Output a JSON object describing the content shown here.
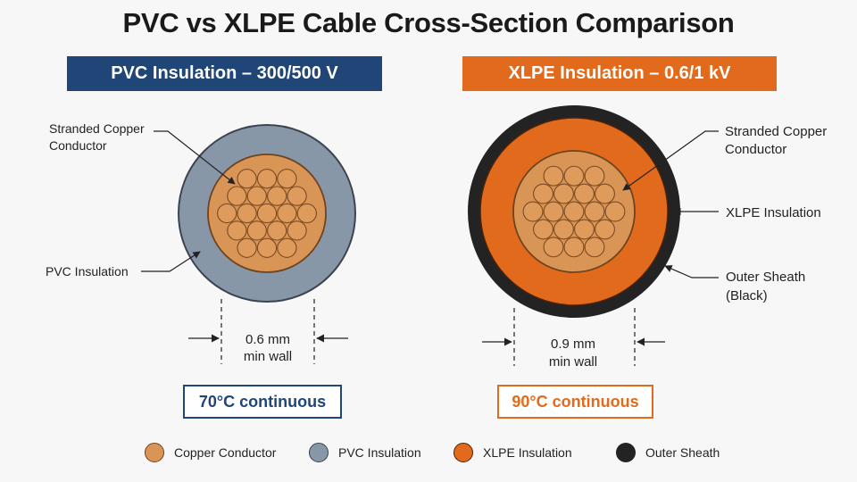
{
  "title": "PVC vs XLPE Cable Cross-Section Comparison",
  "left": {
    "banner": "PVC Insulation – 300/500 V",
    "label_conductor_line1": "Stranded Copper",
    "label_conductor_line2": "Conductor",
    "label_insulation": "PVC Insulation",
    "wall_line1": "0.6 mm",
    "wall_line2": "min wall",
    "temperature": "70°C continuous"
  },
  "right": {
    "banner": "XLPE Insulation – 0.6/1 kV",
    "label_conductor_line1": "Stranded Copper",
    "label_conductor_line2": "Conductor",
    "label_insulation": "XLPE Insulation",
    "label_sheath_line1": "Outer Sheath",
    "label_sheath_line2": "(Black)",
    "wall_line1": "0.9 mm",
    "wall_line2": "min wall",
    "temperature": "90°C continuous"
  },
  "legend": [
    {
      "label": "Copper Conductor",
      "color": "#d99556"
    },
    {
      "label": "PVC Insulation",
      "color": "#8797a8"
    },
    {
      "label": "XLPE Insulation",
      "color": "#e26a1c"
    },
    {
      "label": "Outer Sheath",
      "color": "#232323"
    }
  ],
  "colors": {
    "pvc_banner": "#1f4677",
    "xlpe_banner": "#e26a1c",
    "copper": "#d99556",
    "pvc": "#8797a8",
    "xlpe": "#e26a1c",
    "sheath": "#232323"
  }
}
